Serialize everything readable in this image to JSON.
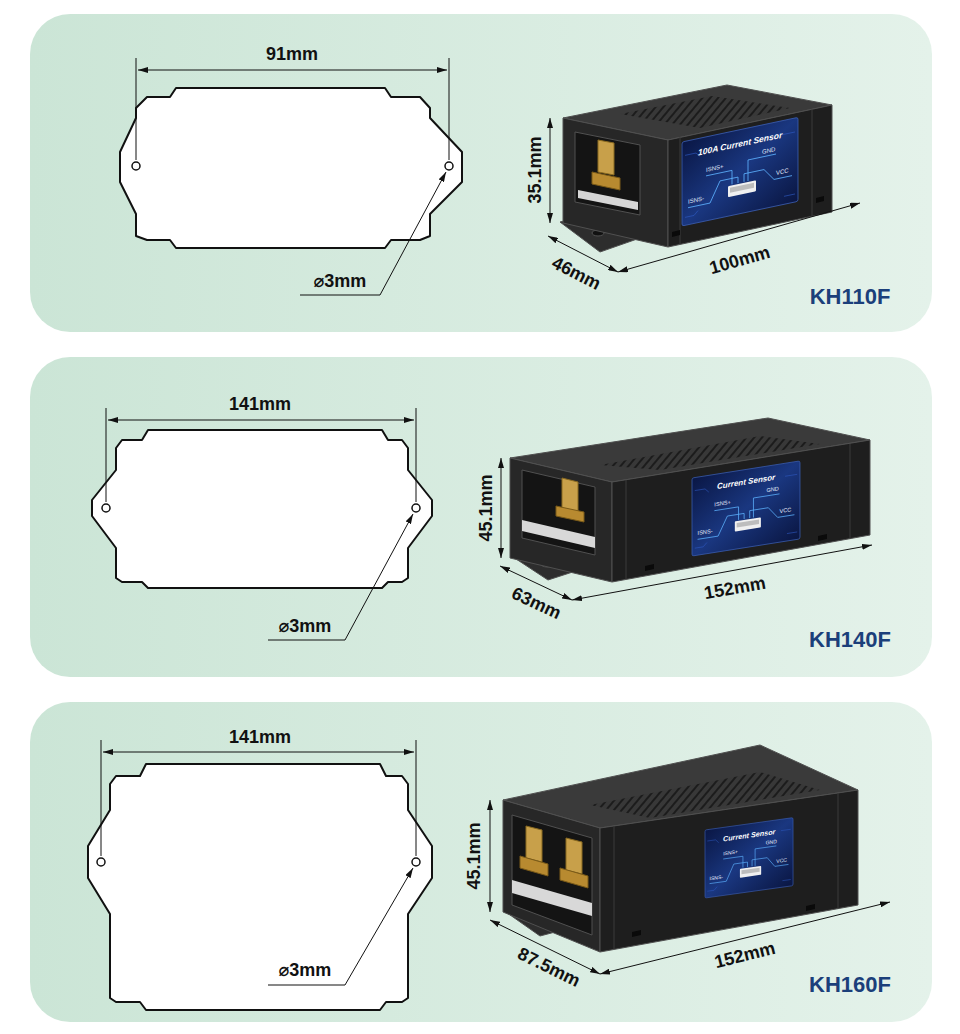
{
  "diagram": {
    "nodes": [
      {
        "text": [
          "KH110F"
        ]
      },
      {
        "text": [
          "100A Current Sensor",
          "ISNS+",
          "GND",
          "ISNS-",
          "VCC"
        ],
        "in": 0
      },
      {
        "text": [
          "KH140F"
        ]
      },
      {
        "text": [
          "Current Sensor",
          "ISNS+",
          "GND",
          "ISNS-",
          "VCC"
        ],
        "in": 2
      },
      {
        "text": [
          "KH160F"
        ]
      },
      {
        "text": [
          "Current Sensor",
          "ISNS+",
          "GND",
          "ISNS-",
          "VCC"
        ],
        "in": 4
      }
    ],
    "labels": [
      "91mm",
      "⌀3mm",
      "35.1mm",
      "46mm",
      "100mm",
      "141mm",
      "⌀3mm",
      "45.1mm",
      "63mm",
      "152mm",
      "141mm",
      "⌀3mm",
      "45.1mm",
      "87.5mm",
      "152mm"
    ]
  }
}
